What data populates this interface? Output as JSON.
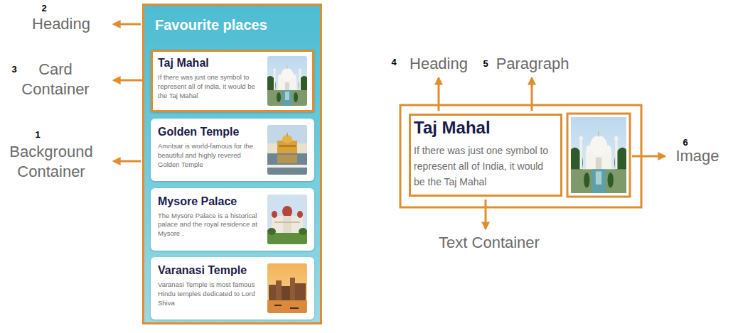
{
  "diagram": {
    "nodes": [
      {
        "text": [
          "Favourite places"
        ]
      },
      {
        "text": [
          "Taj Mahal",
          "If there was just one symbol to represent all of India, it would be the Taj Mahal"
        ],
        "in": 0
      },
      {
        "text": [
          "Golden Temple",
          "Amritsar is world-famous for the beautiful and highly revered Golden Temple"
        ],
        "in": 0
      },
      {
        "text": [
          "Mysore Palace",
          "The Mysore Palace is a historical palace and the royal residence at Mysore ."
        ],
        "in": 0
      },
      {
        "text": [
          "Varanasi Temple",
          "Varanasi Temple is most famous Hindu temples dedicated to Lord Shiva"
        ],
        "in": 0
      },
      {
        "text": [
          "Taj Mahal",
          "If there was just one symbol to represent all of India, it would be the Taj Mahal"
        ]
      }
    ],
    "labels": [
      "2",
      "Heading",
      "3",
      "Card Container",
      "1",
      "Background Container",
      "4",
      "Heading",
      "5",
      "Paragraph",
      "Text Container",
      "6",
      "Image"
    ]
  }
}
